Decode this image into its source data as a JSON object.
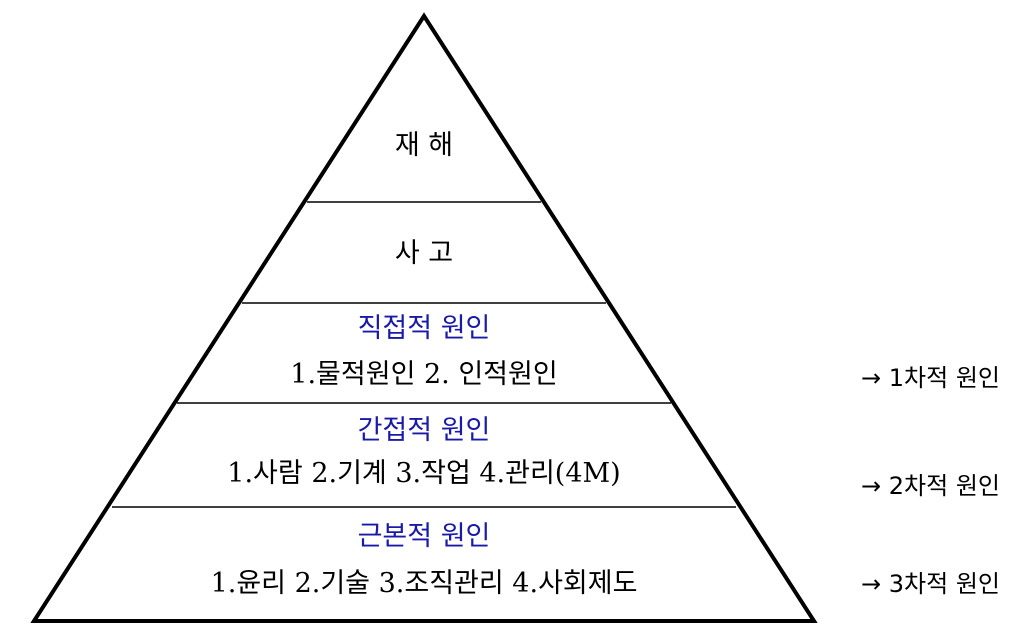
{
  "pyramid": {
    "top": {
      "label": "재 해"
    },
    "second": {
      "label": "사 고"
    },
    "direct": {
      "title": "직접적 원인",
      "detail": "1.물적원인 2. 인적원인"
    },
    "indirect": {
      "title": "간접적 원인",
      "detail": "1.사람 2.기계 3.작업 4.관리(4M)"
    },
    "root": {
      "title": "근본적 원인",
      "detail": "1.윤리 2.기술 3.조직관리 4.사회제도"
    }
  },
  "side_labels": {
    "first": "→ 1차적 원인",
    "second": "→ 2차적 원인",
    "third": "→ 3차적 원인"
  },
  "colors": {
    "outline": "#000000",
    "title_blue": "#1a1aa8",
    "text": "#000000"
  }
}
